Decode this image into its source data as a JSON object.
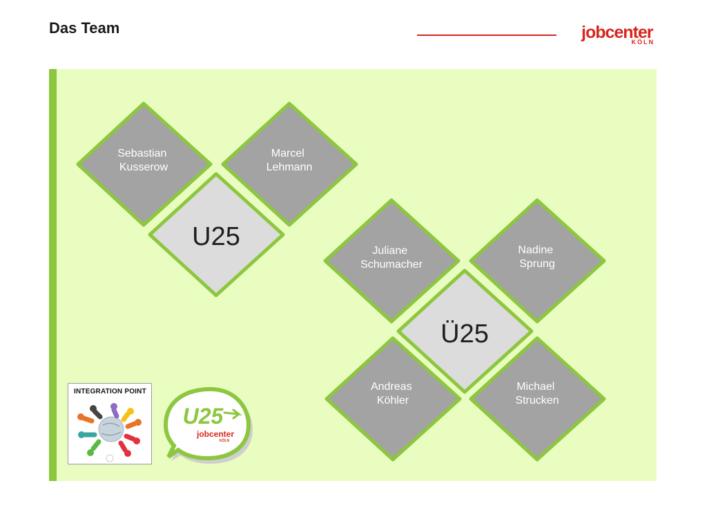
{
  "header": {
    "title": "Das Team",
    "logo_word": "jobcenter",
    "logo_sub": "KÖLN"
  },
  "colors": {
    "panel_bg": "#e9fdc1",
    "accent_green": "#8dc63f",
    "diamond_gray": "#a3a3a3",
    "hub_gray": "#dcdcdc",
    "brand_red": "#d7261e"
  },
  "groups": [
    {
      "hub": "U25",
      "members": [
        "Sebastian\nKusserow",
        "Marcel\nLehmann"
      ]
    },
    {
      "hub": "Ü25",
      "members": [
        "Juliane\nSchumacher",
        "Nadine\nSprung",
        "Andreas\nKöhler",
        "Michael\nStrucken"
      ]
    }
  ],
  "logos": {
    "integration_point": "INTEGRATION POINT",
    "u25_badge_main": "U25",
    "u25_badge_brand": "jobcenter",
    "u25_badge_sub": "KÖLN"
  }
}
